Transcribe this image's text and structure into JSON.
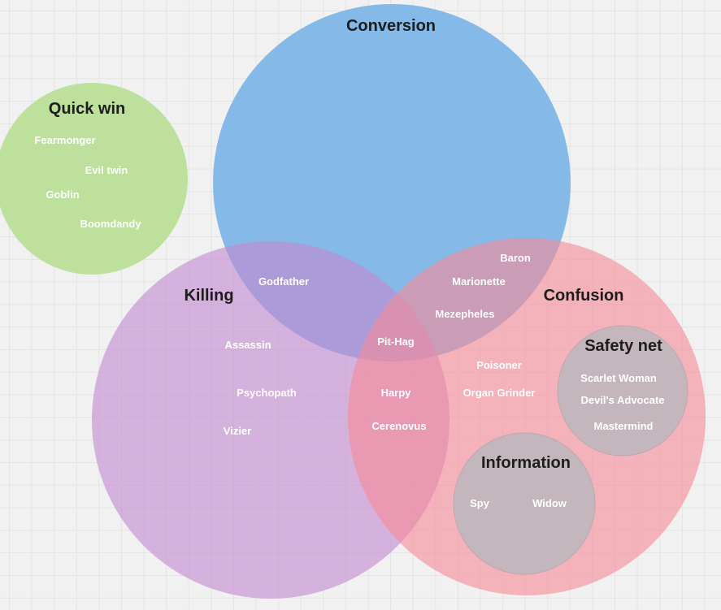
{
  "chart_data": {
    "type": "venn",
    "title": "",
    "sets": [
      {
        "id": "quick_win",
        "label": "Quick win",
        "color": "#bde09c"
      },
      {
        "id": "conversion",
        "label": "Conversion",
        "color": "#85b9e8"
      },
      {
        "id": "killing",
        "label": "Killing",
        "color": "#d3a9dc"
      },
      {
        "id": "confusion",
        "label": "Confusion",
        "color": "#f7aab3"
      },
      {
        "id": "safety_net",
        "label": "Safety net",
        "color": "#c4b6bd",
        "within": "confusion"
      },
      {
        "id": "information",
        "label": "Information",
        "color": "#c4b6bd",
        "within": "confusion"
      }
    ],
    "regions": [
      {
        "sets": [
          "quick_win"
        ],
        "items": [
          "Fearmonger",
          "Evil twin",
          "Goblin",
          "Boomdandy"
        ]
      },
      {
        "sets": [
          "conversion",
          "killing"
        ],
        "items": [
          "Godfather"
        ]
      },
      {
        "sets": [
          "conversion",
          "confusion"
        ],
        "items": [
          "Baron",
          "Marionette",
          "Mezepheles"
        ]
      },
      {
        "sets": [
          "conversion",
          "killing",
          "confusion"
        ],
        "items": [
          "Pit-Hag"
        ]
      },
      {
        "sets": [
          "killing"
        ],
        "items": [
          "Assassin",
          "Psychopath",
          "Vizier"
        ]
      },
      {
        "sets": [
          "killing",
          "confusion"
        ],
        "items": [
          "Harpy",
          "Cerenovus"
        ]
      },
      {
        "sets": [
          "confusion"
        ],
        "items": [
          "Poisoner",
          "Organ Grinder"
        ]
      },
      {
        "sets": [
          "confusion",
          "safety_net"
        ],
        "items": [
          "Scarlet Woman",
          "Devil's Advocate",
          "Mastermind"
        ]
      },
      {
        "sets": [
          "confusion",
          "information"
        ],
        "items": [
          "Spy",
          "Widow"
        ]
      }
    ]
  }
}
